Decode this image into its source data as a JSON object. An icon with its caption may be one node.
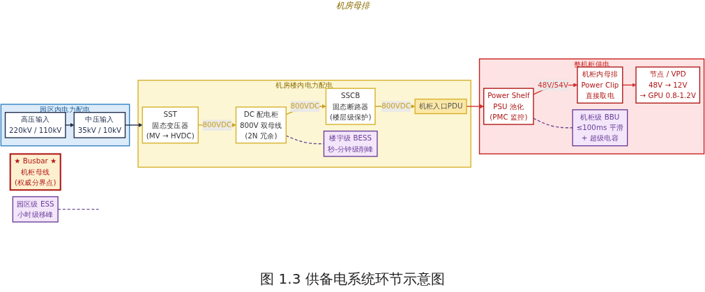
{
  "diagram": {
    "caption": "图 1.3 供备电系统环节示意图",
    "nodes": [
      {
        "text": [
          "园区内电力配电"
        ]
      },
      {
        "text": [
          "机房楼内电力配电"
        ]
      },
      {
        "text": [
          "整机柜供电"
        ]
      },
      {
        "text": [
          "高压输入",
          "220kV / 110kV"
        ],
        "in": 0
      },
      {
        "text": [
          "中压输入",
          "35kV / 10kV"
        ],
        "in": 0
      },
      {
        "text": [
          "SST",
          "固态变压器",
          "(MV → HVDC)"
        ],
        "in": 1
      },
      {
        "text": [
          "DC 配电柜",
          "800V 双母线",
          "(2N 冗余)"
        ],
        "in": 1
      },
      {
        "text": [
          "SSCB",
          "固态断路器",
          "(楼层级保护)"
        ],
        "in": 1
      },
      {
        "text": [
          "机柜入口PDU"
        ],
        "in": 1
      },
      {
        "text": [
          "园区级 ESS",
          "小时级移峰"
        ]
      },
      {
        "text": [
          "楼宇级 BESS",
          "秒-分钟级削峰"
        ],
        "in": 1
      },
      {
        "text": [
          "★ Busbar ★",
          "机柜母线",
          "(权威分界点)"
        ]
      },
      {
        "text": [
          "Power Shelf",
          "PSU 池化",
          "(PMC 监控)"
        ],
        "in": 2
      },
      {
        "text": [
          "机柜内母排",
          "Power Clip",
          "直接取电"
        ],
        "in": 2
      },
      {
        "text": [
          "节点 / VPD",
          "48V → 12V",
          "→ GPU 0.8-1.2V"
        ],
        "in": 2
      },
      {
        "text": [
          "机柜级 BBU",
          "≤100ms 平滑",
          "+ 超级电容"
        ],
        "in": 2
      }
    ],
    "edges": [
      {
        "from": 3,
        "to": 4,
        "arrow": "to",
        "color": "#1f2d4d"
      },
      {
        "from": 4,
        "to": 5,
        "arrow": "to",
        "color": "#1f2d4d"
      },
      {
        "from": 5,
        "to": 6,
        "arrow": "to",
        "label": "800VDC",
        "color": "#c9a227"
      },
      {
        "from": 6,
        "to": 7,
        "arrow": "to",
        "label": "800VDC",
        "color": "#c9a227"
      },
      {
        "from": 7,
        "to": 8,
        "arrow": "to",
        "label": "800VDC",
        "color": "#c9a227"
      },
      {
        "from": 8,
        "to": 12,
        "arrow": "to",
        "color": "#d0312d"
      },
      {
        "from": 12,
        "to": 13,
        "arrow": "to",
        "label": "48V/54V",
        "color": "#d0312d"
      },
      {
        "from": 13,
        "to": 14,
        "arrow": "to",
        "color": "#d0312d"
      },
      {
        "from": 9,
        "to": null,
        "arrow": "none",
        "style": "dashed",
        "color": "#6a4c93"
      },
      {
        "from": 6,
        "to": 10,
        "arrow": "none",
        "style": "dashed",
        "color": "#6a4c93"
      },
      {
        "from": 12,
        "to": 15,
        "arrow": "none",
        "style": "dashed",
        "color": "#6a4c93"
      }
    ],
    "labels": [
      "机房母排"
    ]
  }
}
